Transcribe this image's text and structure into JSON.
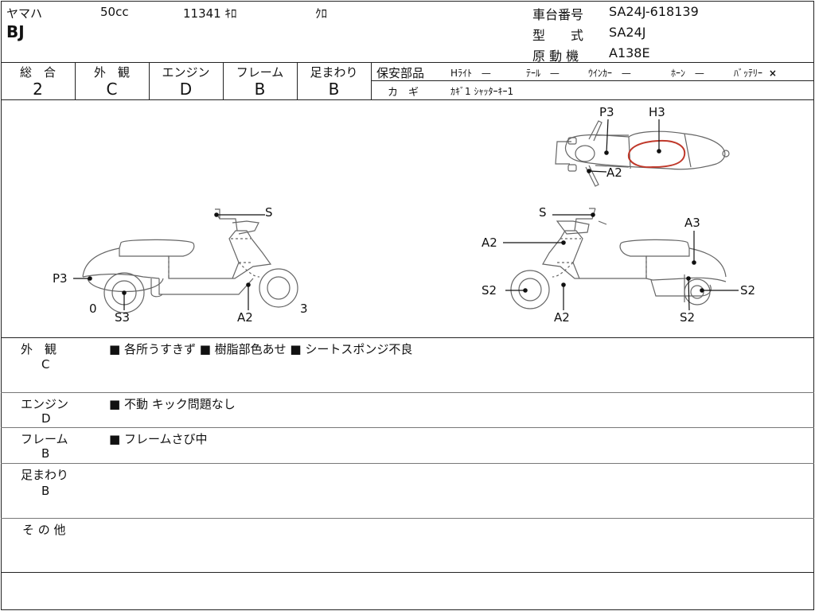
{
  "header": {
    "maker": "ヤマハ",
    "displacement": "50cc",
    "mileage": "11341 ｷﾛ",
    "color": "ｸﾛ",
    "model_name": "BJ",
    "frame_no_label": "車台番号",
    "frame_no": "SA24J-618139",
    "type_label": "型　　式",
    "type": "SA24J",
    "engine_label": "原 動 機",
    "engine": "A138E"
  },
  "ratings": [
    {
      "label": "総　合",
      "value": "2"
    },
    {
      "label": "外　観",
      "value": "C"
    },
    {
      "label": "エンジン",
      "value": "D"
    },
    {
      "label": "フレーム",
      "value": "B"
    },
    {
      "label": "足まわり",
      "value": "B"
    }
  ],
  "safety": {
    "label": "保安部品",
    "items": [
      {
        "name": "Hﾗｲﾄ",
        "mark": "—"
      },
      {
        "name": "ﾃｰﾙ",
        "mark": "—"
      },
      {
        "name": "ｳｲﾝｶｰ",
        "mark": "—"
      },
      {
        "name": "ﾎｰﾝ",
        "mark": "—"
      },
      {
        "name": "ﾊﾞｯﾃﾘｰ",
        "mark": "×"
      }
    ],
    "key_label": "カ　ギ",
    "key_value": "ｶｷﾞ1 ｼｬｯﾀｰｷｰ1"
  },
  "diagram_labels": {
    "top_p3": "P3",
    "top_h3": "H3",
    "top_a2": "A2",
    "left_s": "S",
    "left_p3": "P3",
    "left_0": "0",
    "left_s3": "S3",
    "left_a2": "A2",
    "left_3": "3",
    "right_s": "S",
    "right_a2_top": "A2",
    "right_a3": "A3",
    "right_s2_left": "S2",
    "right_s2_right": "S2",
    "right_a2_bottom": "A2",
    "right_s2_bottom": "S2"
  },
  "remarks": [
    {
      "label": "外　観",
      "grade": "C",
      "text": "■ 各所うすきず ■ 樹脂部色あせ ■ シートスポンジ不良"
    },
    {
      "label": "エンジン",
      "grade": "D",
      "text": "■ 不動 キック問題なし"
    },
    {
      "label": "フレーム",
      "grade": "B",
      "text": "■ フレームさび中"
    },
    {
      "label": "足まわり",
      "grade": "B",
      "text": ""
    },
    {
      "label": "そ の 他",
      "grade": "",
      "text": ""
    }
  ],
  "colors": {
    "line": "#222222",
    "damage_mark": "#c0392b"
  }
}
